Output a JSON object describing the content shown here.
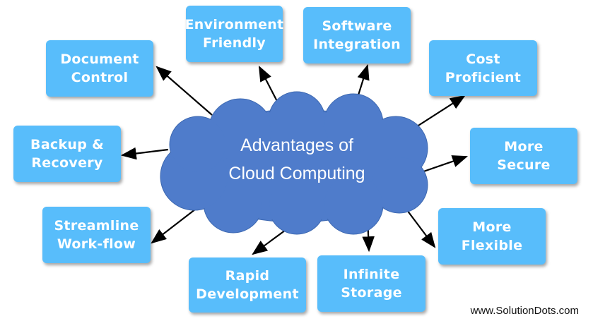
{
  "center": {
    "line1": "Advantages of",
    "line2": "Cloud Computing"
  },
  "advantages": [
    "Document\nControl",
    "Environment\nFriendly",
    "Software\nIntegration",
    "Cost\nProficient",
    "Backup &\nRecovery",
    "More\nSecure",
    "Streamline\nWork-flow",
    "More\nFlexible",
    "Rapid\nDevelopment",
    "Infinite\nStorage"
  ],
  "watermark": "www.SolutionDots.com",
  "colors": {
    "box": "#58bdfb",
    "cloud": "#4f7ccb",
    "arrow": "#000000"
  }
}
